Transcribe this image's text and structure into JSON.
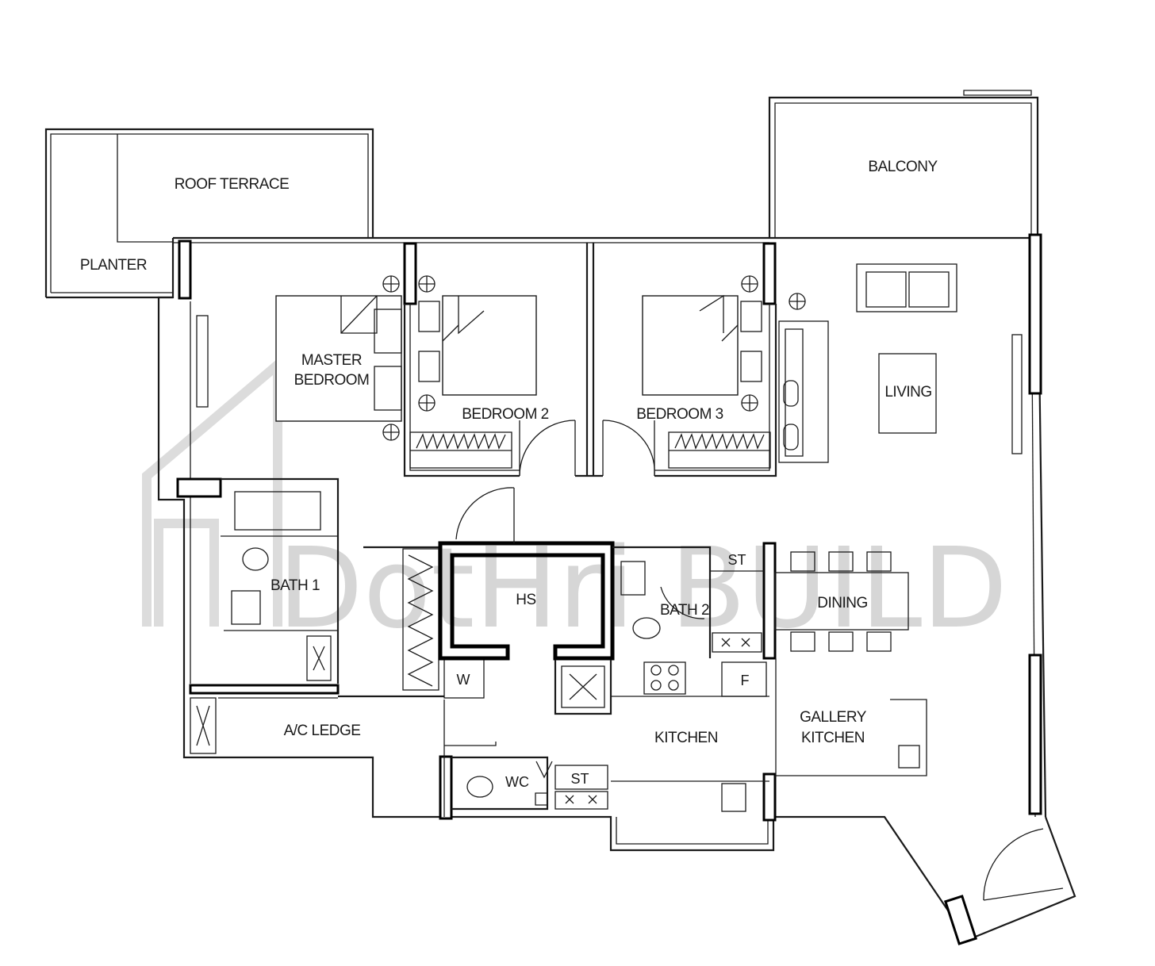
{
  "rooms": {
    "roof_terrace": "ROOF TERRACE",
    "planter": "PLANTER",
    "balcony": "BALCONY",
    "master_bedroom_1": "MASTER",
    "master_bedroom_2": "BEDROOM",
    "bedroom2": "BEDROOM 2",
    "bedroom3": "BEDROOM 3",
    "living": "LIVING",
    "bath1": "BATH 1",
    "hs": "HS",
    "bath2": "BATH 2",
    "st_upper": "ST",
    "dining": "DINING",
    "w": "W",
    "f": "F",
    "ac_ledge": "A/C LEDGE",
    "kitchen": "KITCHEN",
    "gallery_kitchen_1": "GALLERY",
    "gallery_kitchen_2": "KITCHEN",
    "wc": "WC",
    "st_lower": "ST"
  },
  "watermark": {
    "text": "DotHri BUILD"
  }
}
